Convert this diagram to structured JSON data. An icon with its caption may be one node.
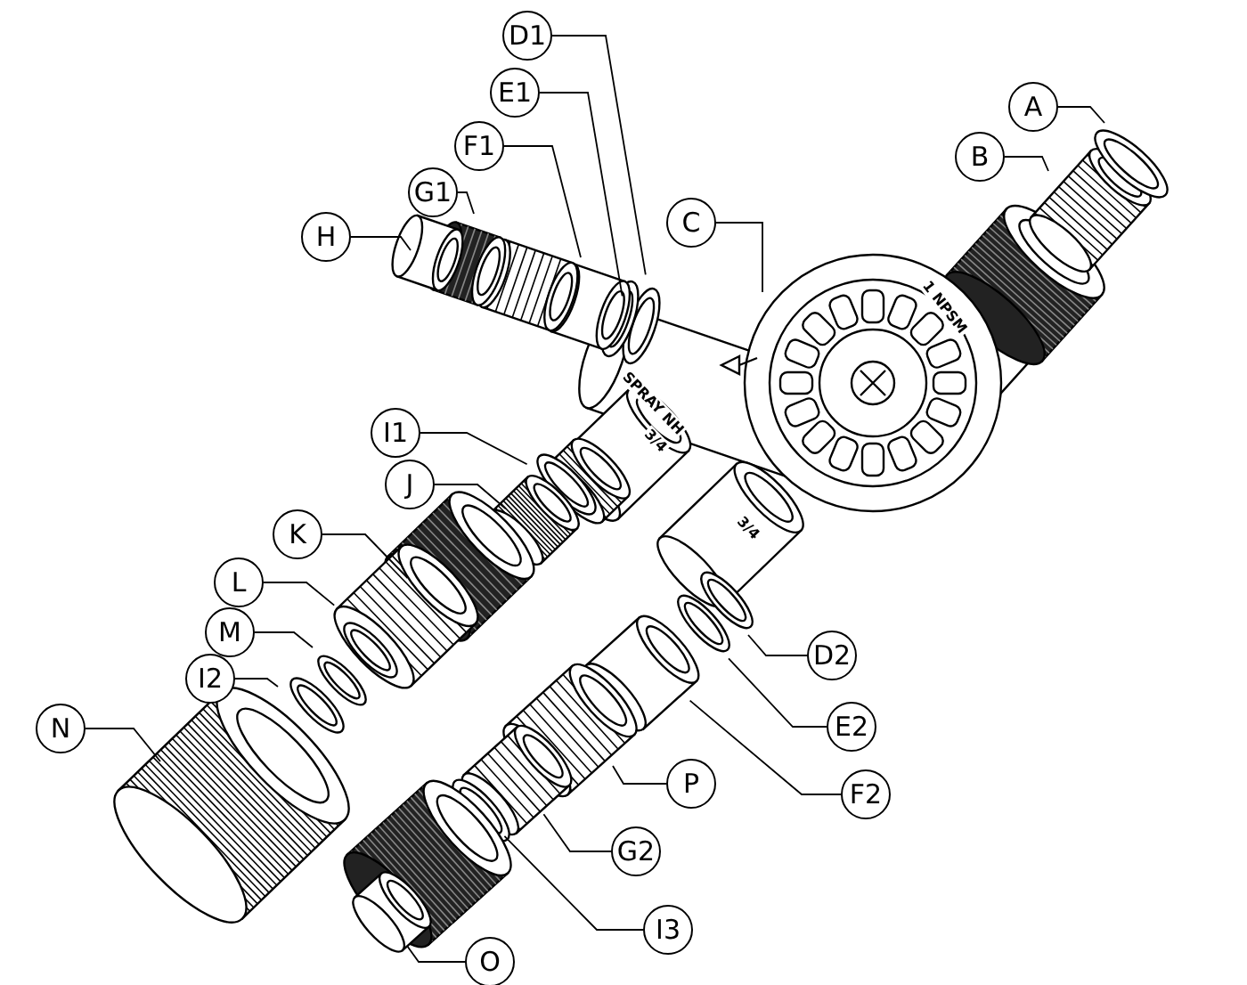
{
  "diagram": {
    "nodes": [
      {
        "text": [
          "D1"
        ]
      },
      {
        "text": [
          "E1"
        ]
      },
      {
        "text": [
          "A"
        ]
      },
      {
        "text": [
          "F1"
        ]
      },
      {
        "text": [
          "B"
        ]
      },
      {
        "text": [
          "G1"
        ]
      },
      {
        "text": [
          "C"
        ]
      },
      {
        "text": [
          "H"
        ]
      },
      {
        "text": [
          "I1"
        ]
      },
      {
        "text": [
          "J"
        ]
      },
      {
        "text": [
          "K"
        ]
      },
      {
        "text": [
          "L"
        ]
      },
      {
        "text": [
          "M"
        ]
      },
      {
        "text": [
          "D2"
        ]
      },
      {
        "text": [
          "I2"
        ]
      },
      {
        "text": [
          "E2"
        ]
      },
      {
        "text": [
          "N"
        ]
      },
      {
        "text": [
          "P"
        ]
      },
      {
        "text": [
          "F2"
        ]
      },
      {
        "text": [
          "G2"
        ]
      },
      {
        "text": [
          "I3"
        ]
      },
      {
        "text": [
          "O"
        ]
      }
    ],
    "edges": [
      {
        "from": 0,
        "to": null,
        "arrow": "none"
      },
      {
        "from": 1,
        "to": null,
        "arrow": "none"
      },
      {
        "from": 2,
        "to": null,
        "arrow": "none"
      },
      {
        "from": 3,
        "to": null,
        "arrow": "none"
      },
      {
        "from": 4,
        "to": null,
        "arrow": "none"
      },
      {
        "from": 5,
        "to": null,
        "arrow": "none"
      },
      {
        "from": 6,
        "to": null,
        "arrow": "none"
      },
      {
        "from": 7,
        "to": null,
        "arrow": "none"
      },
      {
        "from": 8,
        "to": null,
        "arrow": "none"
      },
      {
        "from": 9,
        "to": null,
        "arrow": "none"
      },
      {
        "from": 10,
        "to": null,
        "arrow": "none"
      },
      {
        "from": 11,
        "to": null,
        "arrow": "none"
      },
      {
        "from": 12,
        "to": null,
        "arrow": "none"
      },
      {
        "from": 13,
        "to": null,
        "arrow": "none"
      },
      {
        "from": 14,
        "to": null,
        "arrow": "none"
      },
      {
        "from": 15,
        "to": null,
        "arrow": "none"
      },
      {
        "from": 16,
        "to": null,
        "arrow": "none"
      },
      {
        "from": 17,
        "to": null,
        "arrow": "none"
      },
      {
        "from": 18,
        "to": null,
        "arrow": "none"
      },
      {
        "from": 19,
        "to": null,
        "arrow": "none"
      },
      {
        "from": 20,
        "to": null,
        "arrow": "none"
      },
      {
        "from": 21,
        "to": null,
        "arrow": "none"
      }
    ],
    "labels": [
      "1 NPSM",
      "SPRAY NH",
      "3/4",
      "3/4"
    ]
  }
}
